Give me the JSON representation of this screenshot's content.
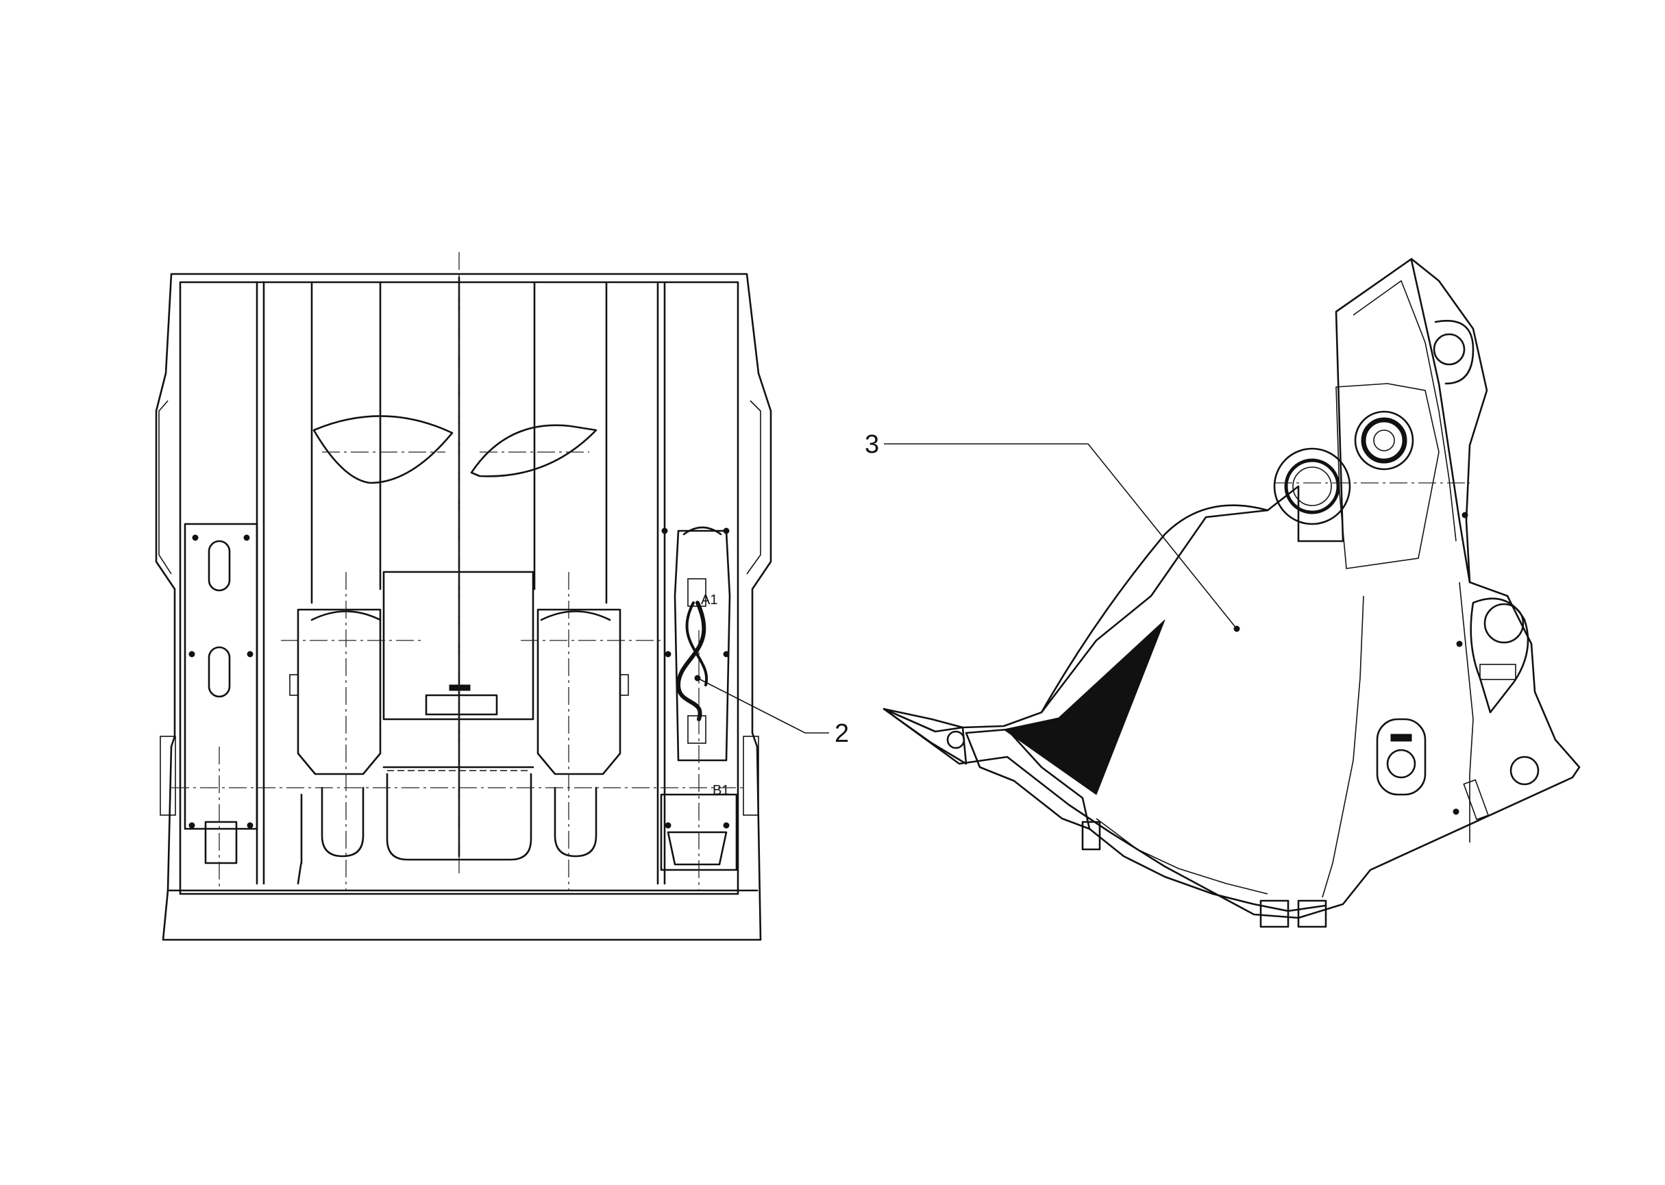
{
  "callouts": {
    "item_2": "2",
    "item_3": "3"
  },
  "ports": {
    "a1": "A1",
    "b1": "B1"
  },
  "colors": {
    "line": "#111111",
    "background": "#ffffff"
  }
}
